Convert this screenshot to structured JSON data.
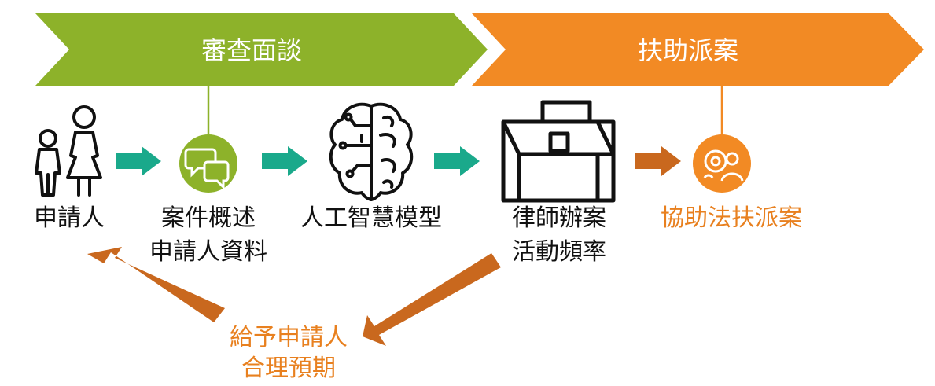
{
  "banners": {
    "review": "審查面談",
    "assist": "扶助派案"
  },
  "nodes": {
    "applicant": "申請人",
    "case_summary_line1": "案件概述",
    "case_summary_line2": "申請人資料",
    "ai_model": "人工智慧模型",
    "lawyer_line1": "律師辦案",
    "lawyer_line2": "活動頻率",
    "dispatch": "協助法扶派案"
  },
  "feedback": {
    "line1": "給予申請人",
    "line2": "合理預期"
  },
  "colors": {
    "green": "#8db22a",
    "orange": "#f28a24",
    "teal": "#1aa98b",
    "rust": "#c9681e",
    "label_orange": "#e8801f"
  },
  "icons": [
    "people-icon",
    "chat-bubbles-icon",
    "brain-circuit-icon",
    "toolbox-icon",
    "user-group-icon"
  ]
}
